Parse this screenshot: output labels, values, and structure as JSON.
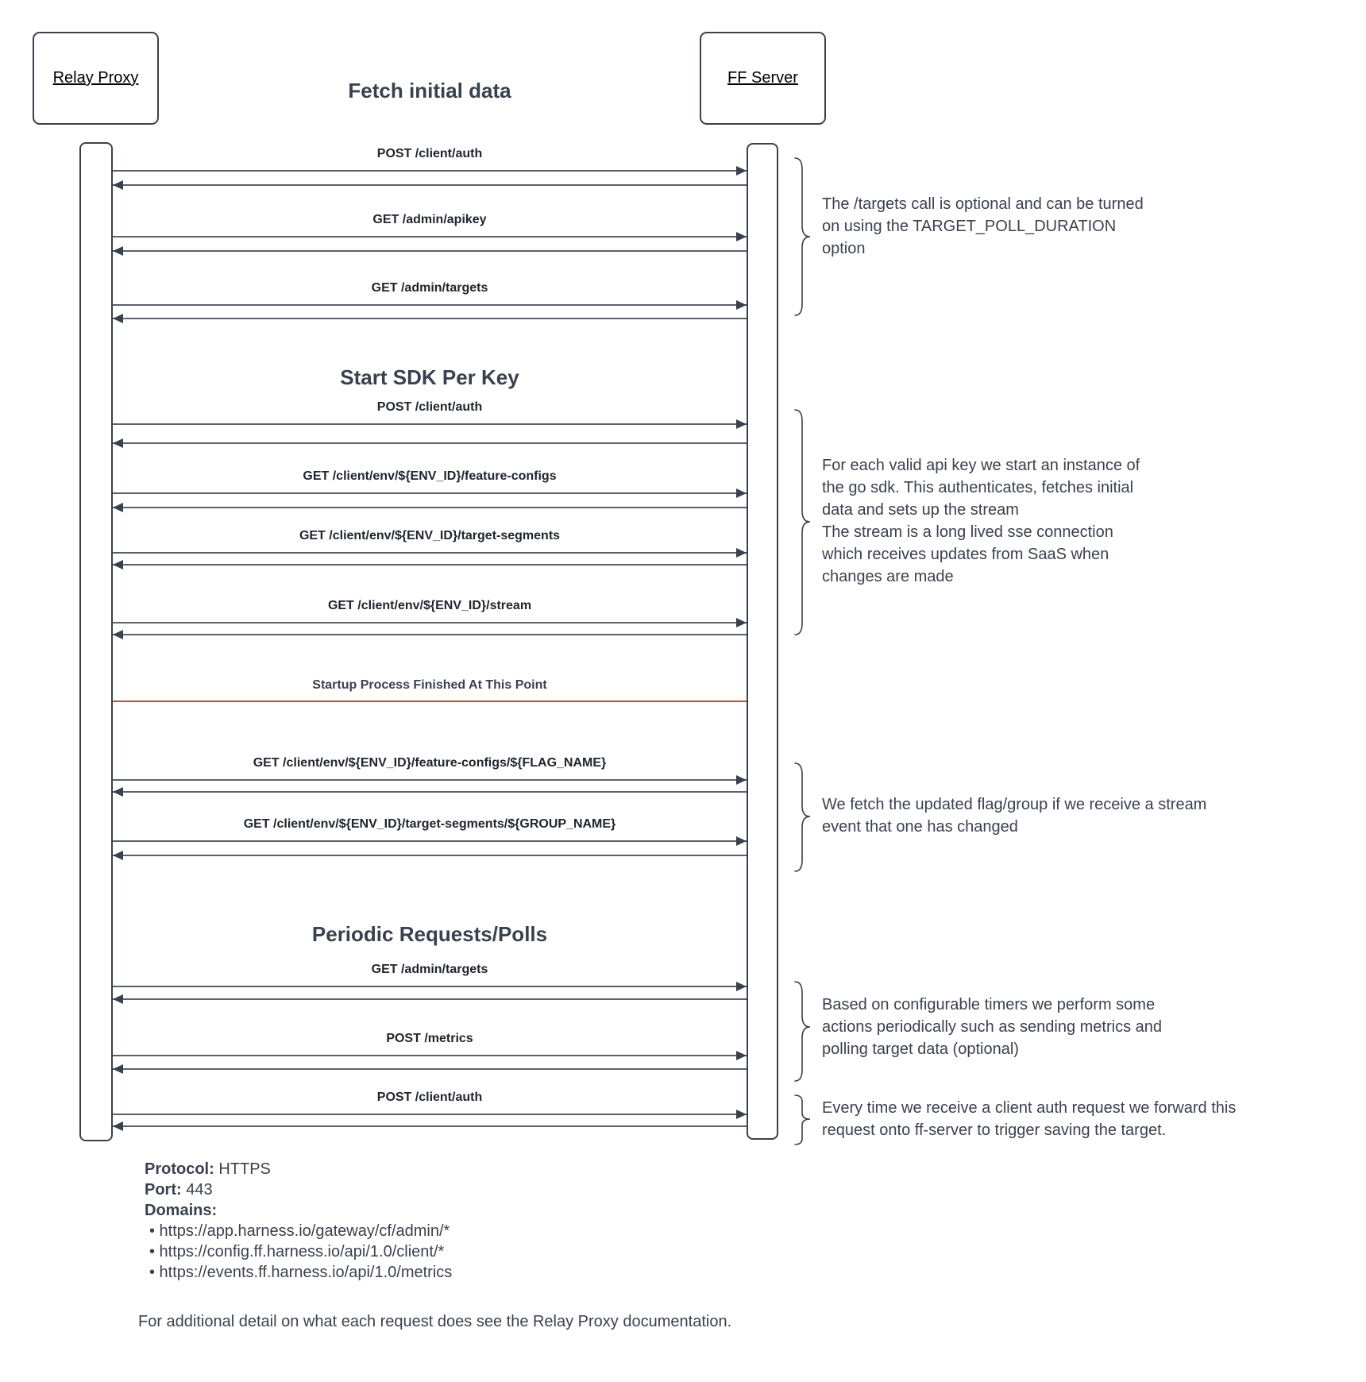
{
  "colors": {
    "ink": "#3a414e",
    "arrow_line": "#5a616b",
    "message_label_text": "#20252e",
    "separator_red": "#cb4437",
    "background": "#ffffff"
  },
  "actors": [
    {
      "name": "Relay Proxy"
    },
    {
      "name": "FF Server"
    }
  ],
  "sections": [
    {
      "title": "Fetch initial data"
    },
    {
      "title": "Start SDK Per Key"
    },
    {
      "title": "Periodic Requests/Polls"
    }
  ],
  "messages": [
    {
      "label": "POST /client/auth"
    },
    {
      "label": "GET /admin/apikey"
    },
    {
      "label": "GET /admin/targets"
    },
    {
      "label": "POST /client/auth"
    },
    {
      "label": "GET /client/env/${ENV_ID}/feature-configs"
    },
    {
      "label": "GET /client/env/${ENV_ID}/target-segments"
    },
    {
      "label": "GET /client/env/${ENV_ID}/stream"
    },
    {
      "label": "GET /client/env/${ENV_ID}/feature-configs/${FLAG_NAME}"
    },
    {
      "label": "GET /client/env/${ENV_ID}/target-segments/${GROUP_NAME}"
    },
    {
      "label": "GET /admin/targets"
    },
    {
      "label": "POST /metrics"
    },
    {
      "label": "POST /client/auth"
    }
  ],
  "separator": {
    "label": "Startup Process Finished At This Point"
  },
  "annotations": [
    {
      "lines": [
        "The /targets call is optional and can be turned",
        "on using the TARGET_POLL_DURATION",
        "option"
      ]
    },
    {
      "lines": [
        "For each valid api key we start an instance of",
        "the go sdk. This authenticates, fetches initial",
        "data and sets up the stream",
        "The stream is a long lived sse connection",
        "which receives updates from SaaS when",
        "changes are made"
      ]
    },
    {
      "lines": [
        "We fetch the updated flag/group if we receive a stream",
        "event that one has changed"
      ]
    },
    {
      "lines": [
        "Based on configurable timers we perform some",
        "actions periodically such as sending metrics and",
        "polling target data (optional)"
      ]
    },
    {
      "lines": [
        "Every time we receive a client auth request we forward this",
        "request onto ff-server to trigger saving the target."
      ]
    }
  ],
  "info": {
    "protocol_label": "Protocol:",
    "protocol_value": "HTTPS",
    "port_label": "Port:",
    "port_value": "443",
    "domains_label": "Domains:",
    "bullet": "•",
    "domains": [
      "https://app.harness.io/gateway/cf/admin/*",
      "https://config.ff.harness.io/api/1.0/client/*",
      "https://events.ff.harness.io/api/1.0/metrics"
    ]
  },
  "footer": {
    "text": "For additional detail on what each request does see the Relay Proxy documentation."
  }
}
